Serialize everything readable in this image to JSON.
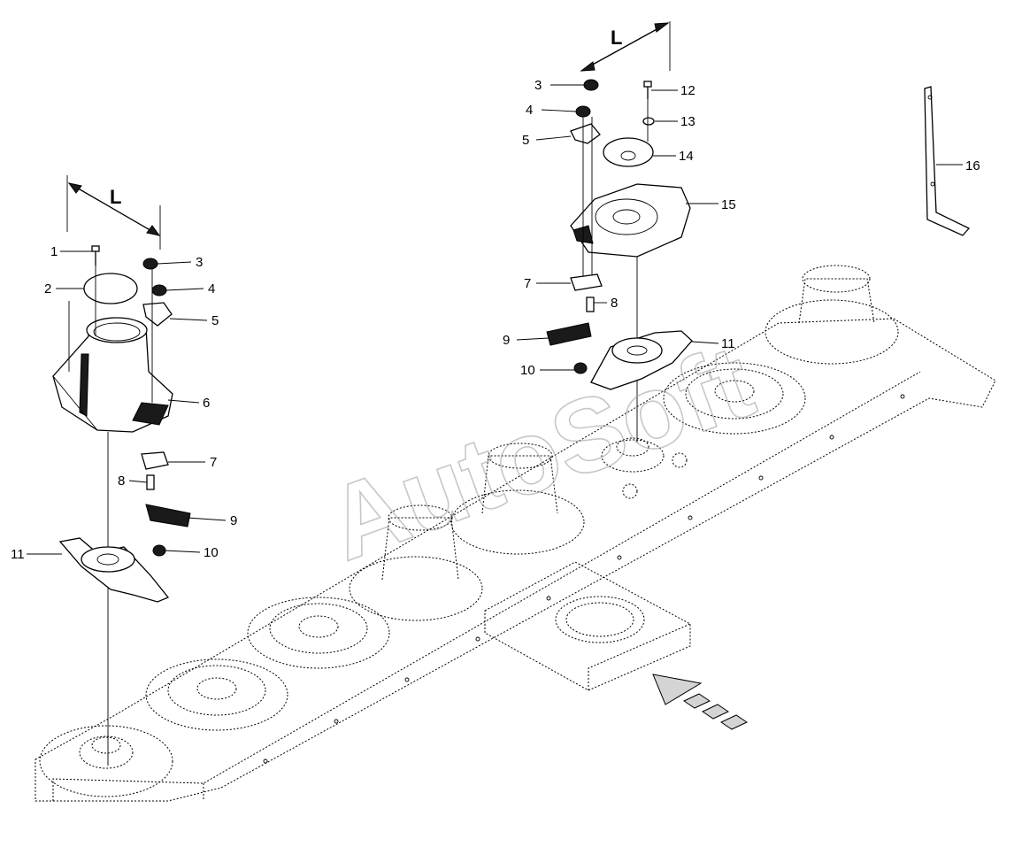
{
  "diagram": {
    "watermark": "AutoSoft",
    "dimension_left": "L",
    "dimension_right": "L",
    "callouts_left": [
      {
        "id": "c1",
        "text": "1"
      },
      {
        "id": "c2",
        "text": "2"
      },
      {
        "id": "c3",
        "text": "3"
      },
      {
        "id": "c4",
        "text": "4"
      },
      {
        "id": "c5",
        "text": "5"
      },
      {
        "id": "c6",
        "text": "6"
      },
      {
        "id": "c7",
        "text": "7"
      },
      {
        "id": "c8",
        "text": "8"
      },
      {
        "id": "c9",
        "text": "9"
      },
      {
        "id": "c10",
        "text": "10"
      },
      {
        "id": "c11",
        "text": "11"
      }
    ],
    "callouts_right": [
      {
        "id": "r3",
        "text": "3"
      },
      {
        "id": "r4",
        "text": "4"
      },
      {
        "id": "r5",
        "text": "5"
      },
      {
        "id": "r7",
        "text": "7"
      },
      {
        "id": "r8",
        "text": "8"
      },
      {
        "id": "r9",
        "text": "9"
      },
      {
        "id": "r10",
        "text": "10"
      },
      {
        "id": "r11",
        "text": "11"
      },
      {
        "id": "r12",
        "text": "12"
      },
      {
        "id": "r13",
        "text": "13"
      },
      {
        "id": "r14",
        "text": "14"
      },
      {
        "id": "r15",
        "text": "15"
      },
      {
        "id": "r16",
        "text": "16"
      }
    ]
  }
}
